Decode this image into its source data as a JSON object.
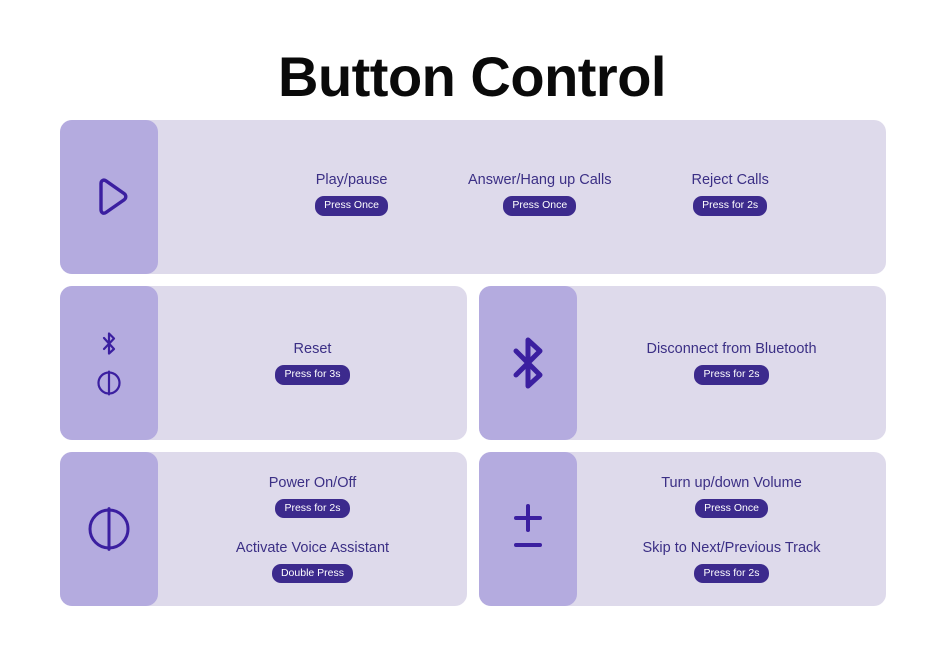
{
  "title": "Button Control",
  "colors": {
    "page_background": "#ffffff",
    "icon_panel": "#b4abdf",
    "card_body": "#dedaeb",
    "label_text": "#3b2f85",
    "badge_background": "#3c2a8d",
    "badge_text": "#ffffff",
    "title_text": "#0a0a0a"
  },
  "rows": [
    {
      "id": "row-1",
      "cards": [
        {
          "id": "card-play",
          "icon": "play-triangle-icon",
          "actions": [
            {
              "label": "Play/pause",
              "badge": "Press Once"
            },
            {
              "label": "Answer/Hang up Calls",
              "badge": "Press Once"
            },
            {
              "label": "Reject Calls",
              "badge": "Press for 2s"
            }
          ]
        }
      ]
    },
    {
      "id": "row-2",
      "cards": [
        {
          "id": "card-reset",
          "icon": "bluetooth-power-stack-icon",
          "actions": [
            {
              "label": "Reset",
              "badge": "Press for 3s"
            }
          ]
        },
        {
          "id": "card-bluetooth",
          "icon": "bluetooth-icon",
          "actions": [
            {
              "label": "Disconnect from Bluetooth",
              "badge": "Press for 2s"
            }
          ]
        }
      ]
    },
    {
      "id": "row-3",
      "cards": [
        {
          "id": "card-power",
          "icon": "power-circle-icon",
          "actions": [
            {
              "label": "Power On/Off",
              "badge": "Press for 2s"
            },
            {
              "label": "Activate Voice Assistant",
              "badge": "Double Press"
            }
          ]
        },
        {
          "id": "card-volume",
          "icon": "plus-minus-icon",
          "actions": [
            {
              "label": "Turn up/down Volume",
              "badge": "Press Once"
            },
            {
              "label": "Skip to Next/Previous Track",
              "badge": "Press for 2s"
            }
          ]
        }
      ]
    }
  ]
}
